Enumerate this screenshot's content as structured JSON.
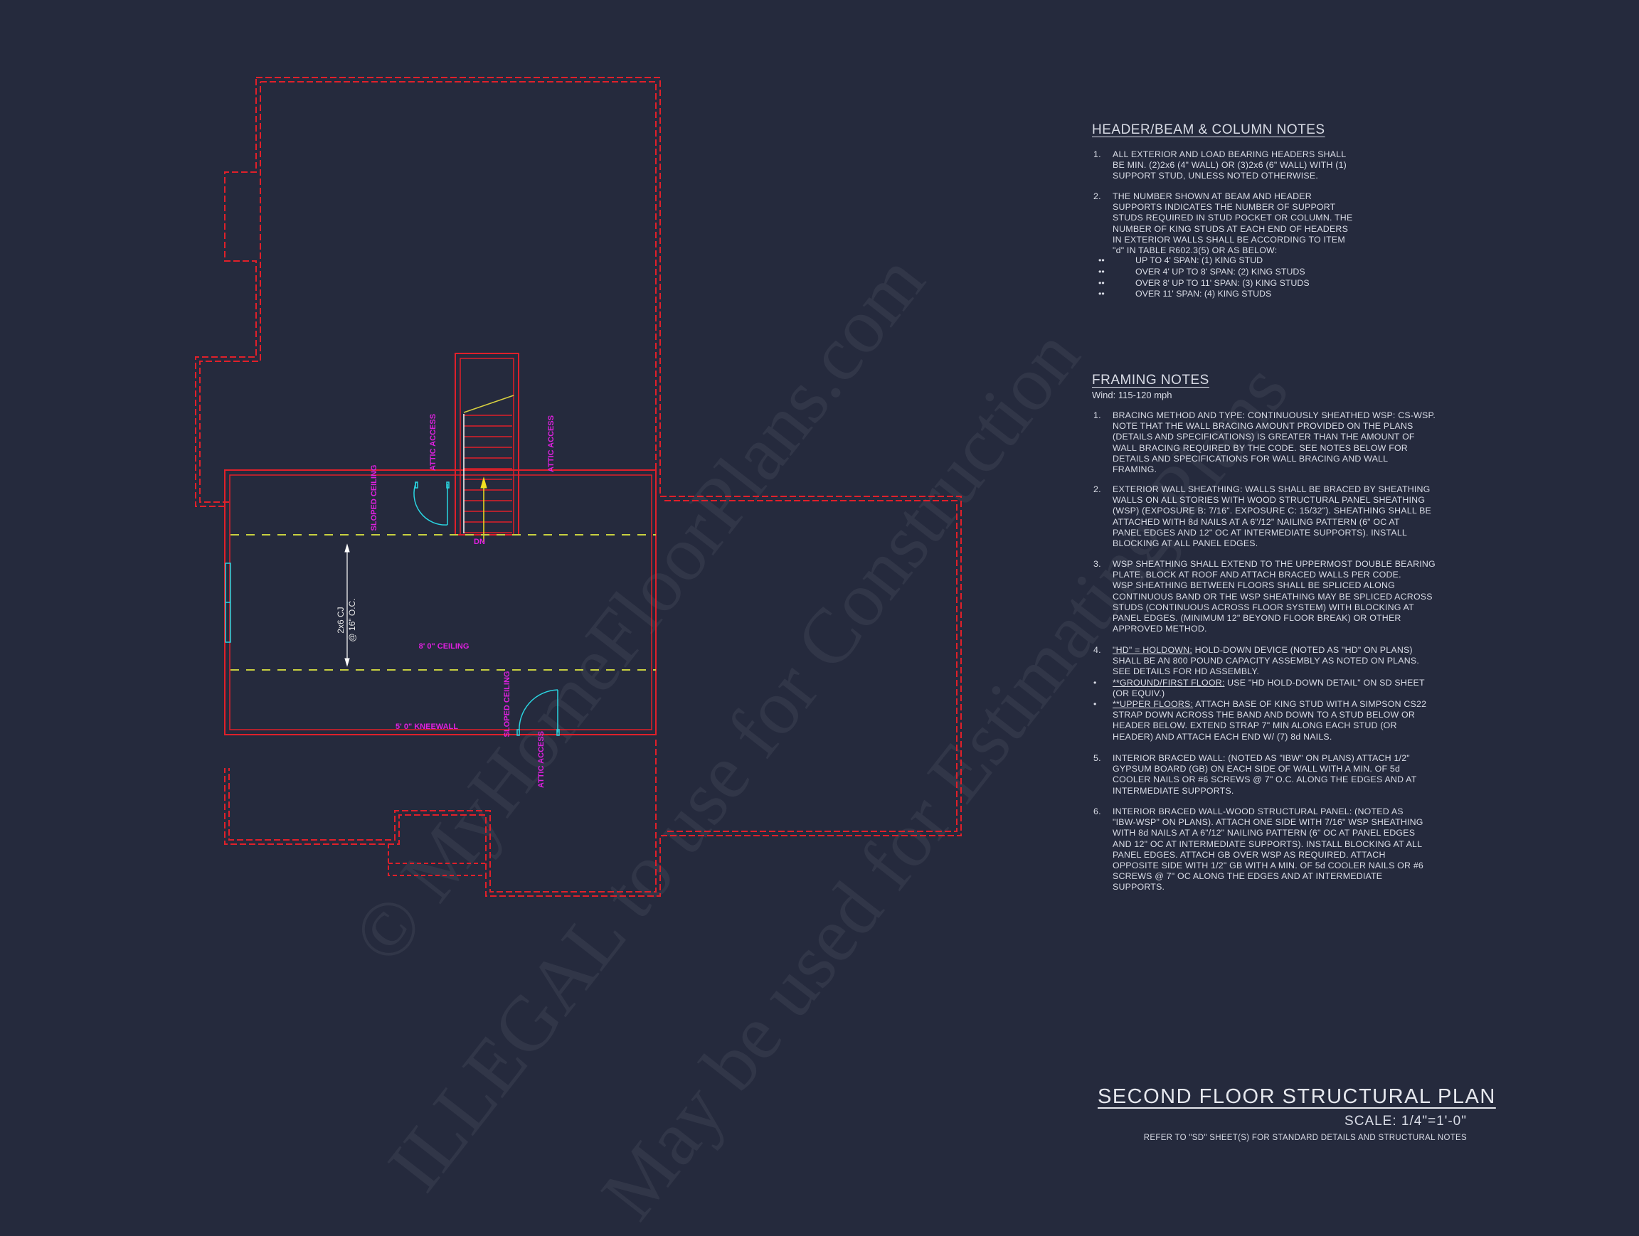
{
  "watermark": {
    "line1": "© MyHomeFloorPlans.com",
    "line2": "ILLEGAL to use for Construction",
    "line3": "May be used for Estimating Plans"
  },
  "plan_labels": {
    "attic_access": "ATTIC ACCESS",
    "sloped_ceiling": "SLOPED CEILING",
    "ceiling_height": "8' 0\" CEILING",
    "kneewall": "5' 0\" KNEEWALL",
    "stair_dn": "DN",
    "joist_size": "2x6 CJ",
    "joist_spacing": "@ 16\" O.C."
  },
  "header_notes": {
    "title": "HEADER/BEAM & COLUMN NOTES",
    "items": [
      {
        "num": "1.",
        "text": "ALL EXTERIOR AND LOAD BEARING HEADERS SHALL\nBE MIN. (2)2x6 (4\" WALL) OR (3)2x6 (6\" WALL) WITH (1)\nSUPPORT STUD, UNLESS NOTED OTHERWISE."
      },
      {
        "num": "2.",
        "text": "THE NUMBER SHOWN AT BEAM AND HEADER\nSUPPORTS INDICATES THE NUMBER OF SUPPORT\nSTUDS REQUIRED IN STUD POCKET OR COLUMN. THE\nNUMBER OF KING STUDS AT EACH END OF HEADERS\nIN EXTERIOR WALLS SHALL BE ACCORDING TO ITEM\n\"d\" IN TABLE R602.3(5) OR AS BELOW:"
      }
    ],
    "bullets": [
      "UP TO 4' SPAN: (1) KING STUD",
      "OVER 4' UP TO 8' SPAN: (2) KING STUDS",
      "OVER 8' UP TO 11' SPAN: (3) KING STUDS",
      "OVER 11' SPAN: (4) KING STUDS"
    ]
  },
  "framing_notes": {
    "title": "FRAMING NOTES",
    "wind": "Wind: 115-120 mph",
    "items": [
      {
        "num": "1.",
        "text": "BRACING METHOD AND TYPE: CONTINUOUSLY SHEATHED WSP: CS-WSP.\nNOTE THAT THE WALL BRACING AMOUNT PROVIDED ON THE PLANS\n(DETAILS AND SPECIFICATIONS) IS GREATER THAN THE AMOUNT OF\nWALL BRACING REQUIRED BY THE CODE. SEE NOTES BELOW FOR\nDETAILS AND SPECIFICATIONS FOR WALL BRACING AND WALL\nFRAMING."
      },
      {
        "num": "2.",
        "text": "EXTERIOR WALL SHEATHING: WALLS SHALL BE BRACED BY SHEATHING\nWALLS ON ALL STORIES WITH WOOD STRUCTURAL PANEL SHEATHING\n(WSP) (EXPOSURE B: 7/16\". EXPOSURE C: 15/32\"). SHEATHING SHALL BE\nATTACHED WITH 8d NAILS AT A 6\"/12\" NAILING PATTERN (6\" OC AT\nPANEL EDGES AND 12\" OC AT INTERMEDIATE SUPPORTS). INSTALL\nBLOCKING AT ALL PANEL EDGES."
      },
      {
        "num": "3.",
        "text": "WSP SHEATHING SHALL EXTEND TO THE UPPERMOST DOUBLE BEARING\nPLATE. BLOCK AT ROOF AND ATTACH BRACED WALLS PER CODE.\nWSP SHEATHING BETWEEN FLOORS SHALL BE SPLICED ALONG\nCONTINUOUS BAND OR THE WSP SHEATHING MAY BE SPLICED ACROSS\nSTUDS (CONTINUOUS ACROSS FLOOR SYSTEM) WITH BLOCKING AT\nPANEL EDGES. (MINIMUM 12\" BEYOND FLOOR BREAK) OR OTHER\nAPPROVED METHOD."
      },
      {
        "num": "4.",
        "lead": "\"HD\" = HOLDOWN:",
        "text": " HOLD-DOWN DEVICE (NOTED AS \"HD\" ON PLANS)\nSHALL BE AN 800 POUND CAPACITY ASSEMBLY AS NOTED ON PLANS.\nSEE DETAILS FOR HD ASSEMBLY."
      },
      {
        "num": "•",
        "lead": "**GROUND/FIRST FLOOR:",
        "text": "  USE \"HD HOLD-DOWN DETAIL\" ON SD SHEET\n(OR EQUIV.)"
      },
      {
        "num": "•",
        "lead": "**UPPER FLOORS:",
        "text": " ATTACH BASE OF KING STUD WITH A SIMPSON CS22\nSTRAP DOWN ACROSS THE BAND AND DOWN TO A STUD BELOW OR\nHEADER BELOW.  EXTEND STRAP 7\" MIN ALONG EACH STUD (OR\nHEADER) AND ATTACH EACH END W/ (7) 8d NAILS."
      },
      {
        "num": "5.",
        "text": "INTERIOR BRACED WALL: (NOTED AS \"IBW\" ON PLANS) ATTACH 1/2\"\nGYPSUM BOARD (GB) ON EACH SIDE OF WALL WITH A MIN. OF 5d\nCOOLER NAILS OR #6 SCREWS @ 7\" O.C. ALONG THE EDGES AND AT\nINTERMEDIATE SUPPORTS."
      },
      {
        "num": "6.",
        "text": "INTERIOR BRACED WALL-WOOD STRUCTURAL PANEL: (NOTED AS\n\"IBW-WSP\" ON PLANS). ATTACH ONE SIDE WITH 7/16\" WSP SHEATHING\nWITH 8d NAILS AT A 6\"/12\" NAILING PATTERN (6\" OC AT PANEL EDGES\nAND 12\" OC AT INTERMEDIATE SUPPORTS). INSTALL BLOCKING AT ALL\nPANEL EDGES. ATTACH GB OVER WSP AS REQUIRED. ATTACH\nOPPOSITE SIDE WITH 1/2\" GB WITH A MIN. OF 5d COOLER NAILS OR #6\nSCREWS @ 7\" OC ALONG THE EDGES AND AT INTERMEDIATE\nSUPPORTS."
      }
    ]
  },
  "title_block": {
    "title": "SECOND FLOOR STRUCTURAL PLAN",
    "scale": "SCALE: 1/4\"=1'-0\"",
    "refer": "REFER TO \"SD\" SHEET(S) FOR STANDARD DETAILS AND STRUCTURAL NOTES"
  },
  "colors": {
    "background": "#252a3d",
    "wall": "#e0202a",
    "door_window": "#2ad4e0",
    "label": "#e020e0",
    "ceiling_line": "#c8d040"
  }
}
